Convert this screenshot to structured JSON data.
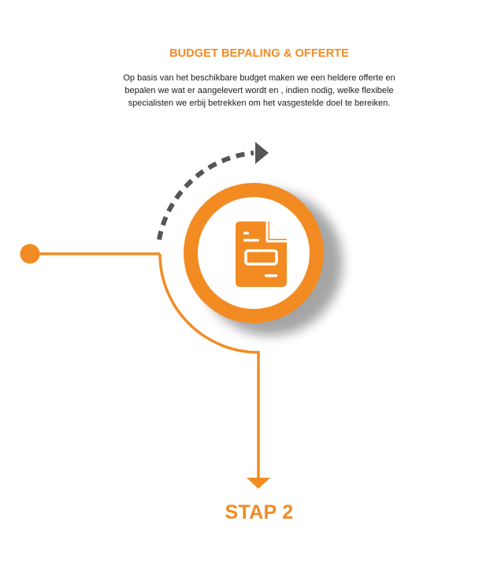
{
  "step": {
    "title": "BUDGET BEPALING & OFFERTE",
    "description": "Op basis van het beschikbare budget maken we een heldere offerte en bepalen we wat er aangelevert wordt en , indien nodig, welke flexibele specialisten we erbij betrekken om het vasgestelde doel te bereiken.",
    "label": "STAP 2"
  },
  "icons": {
    "main": "document-icon"
  },
  "colors": {
    "accent": "#f28b22",
    "dashed_arrow": "#555555",
    "circle_inner": "#ffffff",
    "text": "#1c1c1c"
  }
}
